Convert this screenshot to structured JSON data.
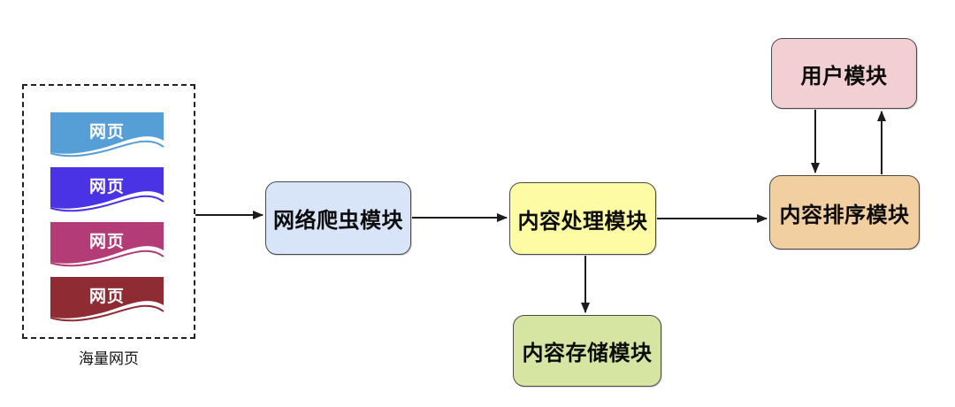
{
  "diagram": {
    "source": {
      "caption": "海量网页",
      "pages": [
        {
          "label": "网页",
          "color": "#569ed6"
        },
        {
          "label": "网页",
          "color": "#4a33e5"
        },
        {
          "label": "网页",
          "color": "#b33b76"
        },
        {
          "label": "网页",
          "color": "#8e2b33"
        }
      ]
    },
    "modules": {
      "crawler": {
        "label": "网络爬虫模块",
        "fill": "#d8e4f7"
      },
      "processing": {
        "label": "内容处理模块",
        "fill": "#fdfba4"
      },
      "storage": {
        "label": "内容存储模块",
        "fill": "#d6e5a1"
      },
      "ranking": {
        "label": "内容排序模块",
        "fill": "#f2cfa0"
      },
      "user": {
        "label": "用户模块",
        "fill": "#f2cfd2"
      }
    },
    "connections": [
      {
        "from": "海量网页",
        "to": "网络爬虫模块"
      },
      {
        "from": "网络爬虫模块",
        "to": "内容处理模块"
      },
      {
        "from": "内容处理模块",
        "to": "内容排序模块"
      },
      {
        "from": "内容处理模块",
        "to": "内容存储模块"
      },
      {
        "from": "用户模块",
        "to": "内容排序模块"
      },
      {
        "from": "内容排序模块",
        "to": "用户模块"
      }
    ],
    "colors": {
      "arrow": "#1c1c1c",
      "module_border": "#4a4a4a",
      "dashed_border": "#222222",
      "page_text": "#ffffff",
      "label_text": "#0c0c0c"
    }
  }
}
